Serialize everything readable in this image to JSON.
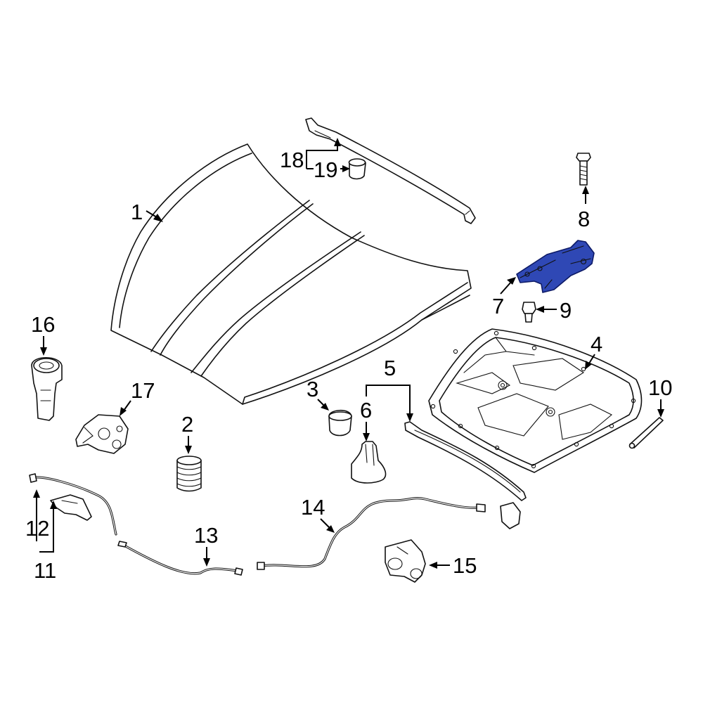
{
  "highlight_color": "#2f48b5",
  "callouts": {
    "c1": "1",
    "c2": "2",
    "c3": "3",
    "c4": "4",
    "c5": "5",
    "c6": "6",
    "c7": "7",
    "c8": "8",
    "c9": "9",
    "c10": "10",
    "c11": "11",
    "c12": "12",
    "c13": "13",
    "c14": "14",
    "c15": "15",
    "c16": "16",
    "c17": "17",
    "c18": "18",
    "c19": "19"
  },
  "highlighted_part": "7"
}
